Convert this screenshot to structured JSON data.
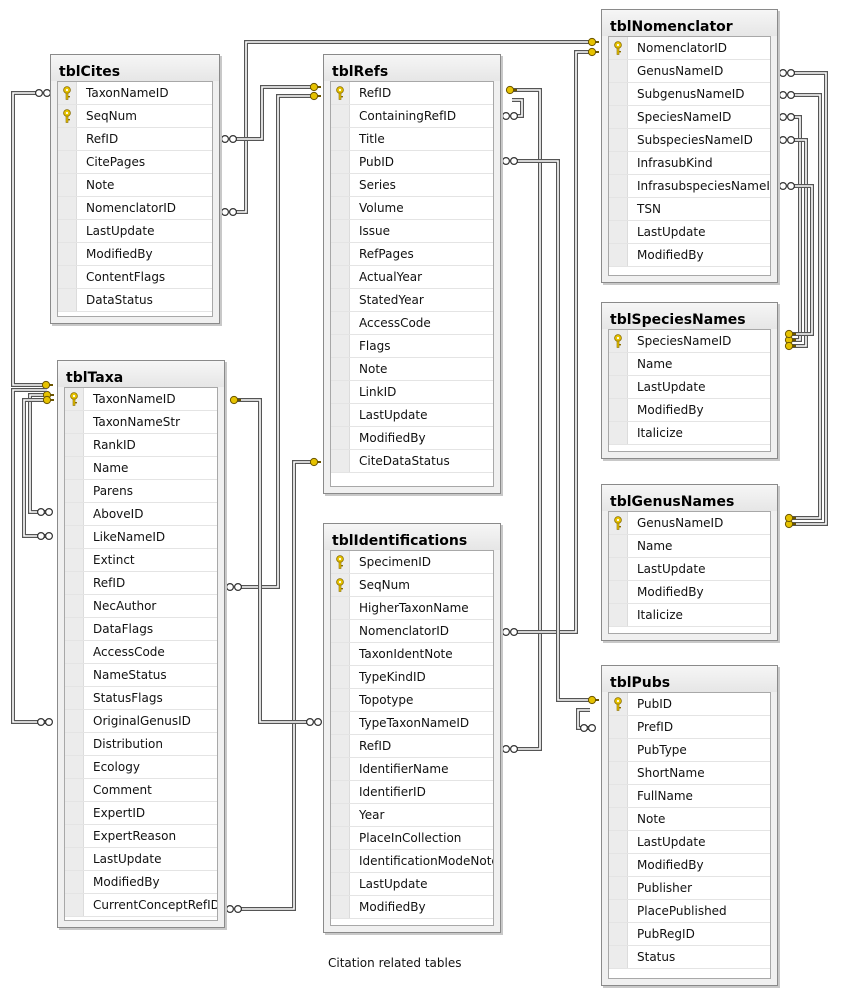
{
  "caption": "Citation related tables",
  "tables": [
    {
      "id": "cites",
      "name": "tblCites",
      "columns": [
        "TaxonNameID",
        "SeqNum",
        "RefID",
        "CitePages",
        "Note",
        "NomenclatorID",
        "LastUpdate",
        "ModifiedBy",
        "ContentFlags",
        "DataStatus"
      ],
      "keys": [
        0,
        1
      ]
    },
    {
      "id": "refs",
      "name": "tblRefs",
      "columns": [
        "RefID",
        "ContainingRefID",
        "Title",
        "PubID",
        "Series",
        "Volume",
        "Issue",
        "RefPages",
        "ActualYear",
        "StatedYear",
        "AccessCode",
        "Flags",
        "Note",
        "LinkID",
        "LastUpdate",
        "ModifiedBy",
        "CiteDataStatus"
      ],
      "keys": [
        0
      ]
    },
    {
      "id": "nomenclator",
      "name": "tblNomenclator",
      "columns": [
        "NomenclatorID",
        "GenusNameID",
        "SubgenusNameID",
        "SpeciesNameID",
        "SubspeciesNameID",
        "InfrasubKind",
        "InfrasubspeciesNameID",
        "TSN",
        "LastUpdate",
        "ModifiedBy"
      ],
      "keys": [
        0
      ]
    },
    {
      "id": "speciesnames",
      "name": "tblSpeciesNames",
      "columns": [
        "SpeciesNameID",
        "Name",
        "LastUpdate",
        "ModifiedBy",
        "Italicize"
      ],
      "keys": [
        0
      ]
    },
    {
      "id": "genusnames",
      "name": "tblGenusNames",
      "columns": [
        "GenusNameID",
        "Name",
        "LastUpdate",
        "ModifiedBy",
        "Italicize"
      ],
      "keys": [
        0
      ]
    },
    {
      "id": "taxa",
      "name": "tblTaxa",
      "columns": [
        "TaxonNameID",
        "TaxonNameStr",
        "RankID",
        "Name",
        "Parens",
        "AboveID",
        "LikeNameID",
        "Extinct",
        "RefID",
        "NecAuthor",
        "DataFlags",
        "AccessCode",
        "NameStatus",
        "StatusFlags",
        "OriginalGenusID",
        "Distribution",
        "Ecology",
        "Comment",
        "ExpertID",
        "ExpertReason",
        "LastUpdate",
        "ModifiedBy",
        "CurrentConceptRefID"
      ],
      "keys": [
        0
      ]
    },
    {
      "id": "identifications",
      "name": "tblIdentifications",
      "columns": [
        "SpecimenID",
        "SeqNum",
        "HigherTaxonName",
        "NomenclatorID",
        "TaxonIdentNote",
        "TypeKindID",
        "Topotype",
        "TypeTaxonNameID",
        "RefID",
        "IdentifierName",
        "IdentifierID",
        "Year",
        "PlaceInCollection",
        "IdentificationModeNote",
        "LastUpdate",
        "ModifiedBy"
      ],
      "keys": [
        0,
        1
      ]
    },
    {
      "id": "pubs",
      "name": "tblPubs",
      "columns": [
        "PubID",
        "PrefID",
        "PubType",
        "ShortName",
        "FullName",
        "Note",
        "LastUpdate",
        "ModifiedBy",
        "Publisher",
        "PlacePublished",
        "PubRegID",
        "Status"
      ],
      "keys": [
        0
      ]
    }
  ],
  "colors": {
    "line": "#555555",
    "key": "#e6c200",
    "shadow": "#c8c8c8"
  }
}
